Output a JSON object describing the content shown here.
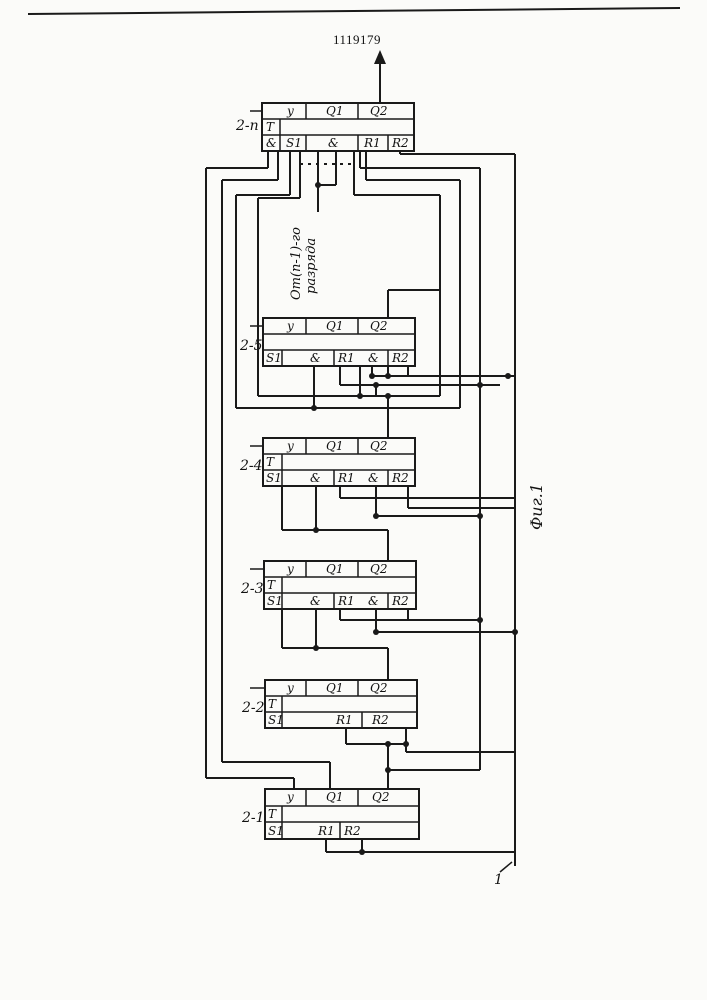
{
  "patent_number": "1119179",
  "figure_caption": "Фиг.1",
  "input_label": "1",
  "note_line1": "От(n-1)-го",
  "note_line2": "разряда",
  "blocks": [
    {
      "id": "2-n",
      "label": "2-n",
      "top": [
        "y",
        "Q1",
        "Q2"
      ],
      "bottom": [
        "&",
        "S1",
        "&",
        "R1",
        "R2"
      ],
      "t": "T"
    },
    {
      "id": "2-5",
      "label": "2-5",
      "top": [
        "y",
        "Q1",
        "Q2"
      ],
      "bottom": [
        "S1",
        "&",
        "R1",
        "&",
        "R2"
      ]
    },
    {
      "id": "2-4",
      "label": "2-4",
      "top": [
        "y",
        "Q1",
        "Q2"
      ],
      "bottom": [
        "S1",
        "&",
        "R1",
        "&",
        "R2"
      ],
      "t": "T"
    },
    {
      "id": "2-3",
      "label": "2-3",
      "top": [
        "y",
        "Q1",
        "Q2"
      ],
      "bottom": [
        "S1",
        "&",
        "R1",
        "&",
        "R2"
      ],
      "t": "T"
    },
    {
      "id": "2-2",
      "label": "2-2",
      "top": [
        "y",
        "Q1",
        "Q2"
      ],
      "bottom": [
        "S1",
        "R1",
        "R2"
      ],
      "t": "T"
    },
    {
      "id": "2-1",
      "label": "2-1",
      "top": [
        "y",
        "Q1",
        "Q2"
      ],
      "bottom": [
        "S1",
        "R1",
        "R2"
      ],
      "t": "T"
    }
  ]
}
